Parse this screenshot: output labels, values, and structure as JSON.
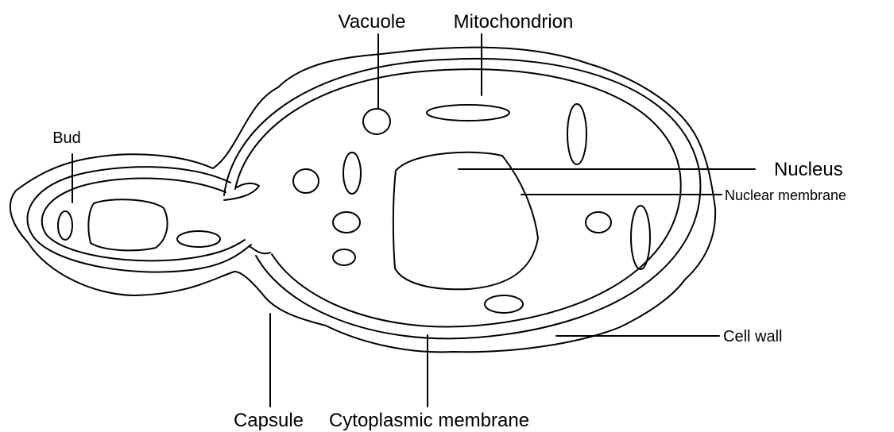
{
  "labels": {
    "vacuole": "Vacuole",
    "mitochondrion": "Mitochondrion",
    "bud": "Bud",
    "nucleus": "Nucleus",
    "nuclear_membrane": "Nuclear membrane",
    "cell_wall": "Cell wall",
    "capsule": "Capsule",
    "cytoplasmic_membrane": "Cytoplasmic membrane"
  },
  "colors": {
    "stroke": "#000000",
    "background": "#ffffff"
  }
}
